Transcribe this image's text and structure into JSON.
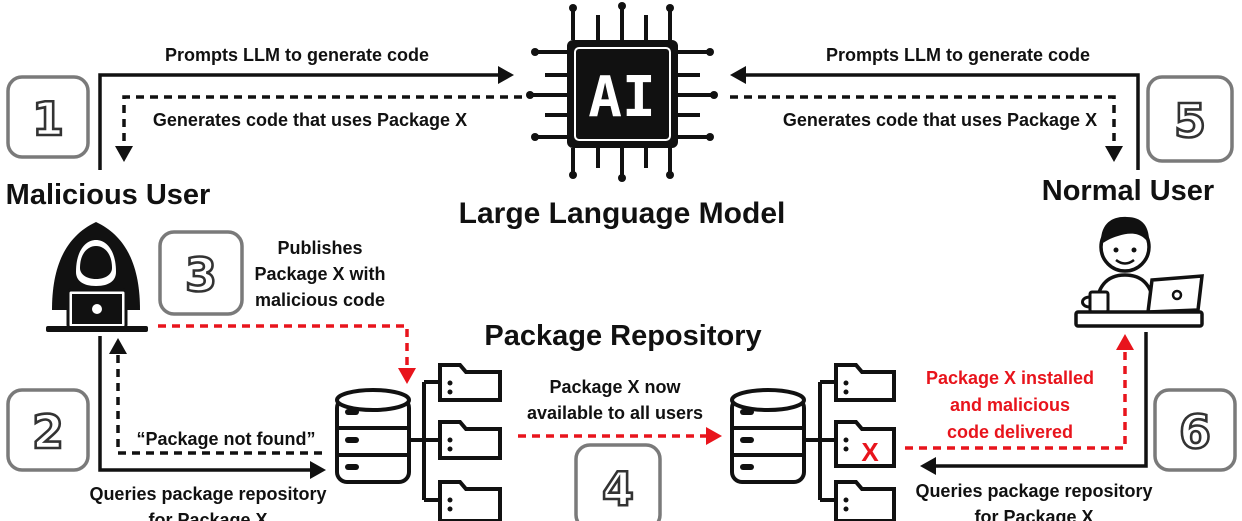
{
  "llm": {
    "chip_label": "AI",
    "title": "Large Language Model"
  },
  "malicious_user": {
    "title": "Malicious User"
  },
  "normal_user": {
    "title": "Normal User"
  },
  "repository": {
    "title": "Package Repository",
    "flag": "X"
  },
  "steps": [
    {
      "number": "1"
    },
    {
      "number": "2"
    },
    {
      "number": "3"
    },
    {
      "number": "4"
    },
    {
      "number": "5"
    },
    {
      "number": "6"
    }
  ],
  "arrows": {
    "left_prompt": "Prompts LLM to generate code",
    "left_generates": "Generates code that uses Package X",
    "right_prompt": "Prompts LLM to generate code",
    "right_generates": "Generates code that uses Package X",
    "publishes": [
      "Publishes",
      "Package X with",
      "malicious code"
    ],
    "not_found": "“Package not found”",
    "left_queries": [
      "Queries package repository",
      "for Package X"
    ],
    "available": [
      "Package X now",
      "available to all users"
    ],
    "installed": [
      "Package X installed",
      "and malicious",
      "code delivered"
    ],
    "right_queries": [
      "Queries package repository",
      "for Package X"
    ]
  },
  "colors": {
    "malicious": "#e8141c",
    "ink": "#111111"
  }
}
